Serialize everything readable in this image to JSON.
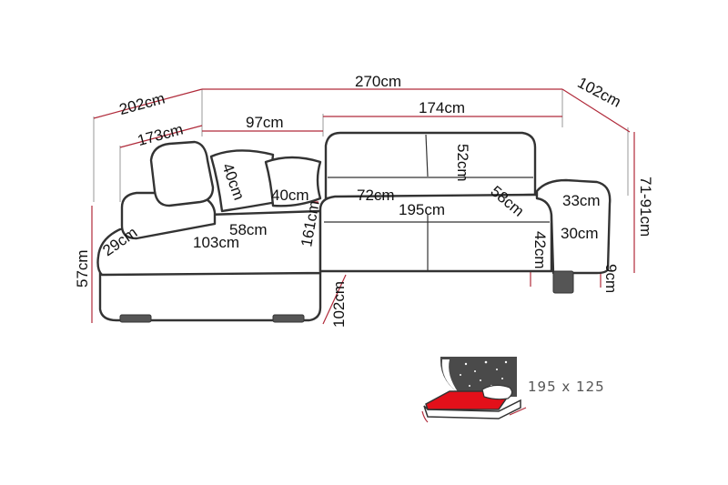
{
  "labels": {
    "total_depth_left": "202cm",
    "total_width": "270cm",
    "right_depth": "102cm",
    "left_inner_depth": "173cm",
    "back_segment": "97cm",
    "long_back": "174cm",
    "backrest_height": "52cm",
    "headrest": "40cm",
    "cushion_width": "40cm",
    "seat_depth_right": "72cm",
    "seat_length": "195cm",
    "armrest_depth": "58cm",
    "armrest_width": "33cm",
    "total_height": "71-91cm",
    "arm_height": "30cm",
    "seat_height": "42cm",
    "leg_height": "9cm",
    "chaise_depth": "58cm",
    "chaise_length": "103cm",
    "chaise_arm": "29cm",
    "chaise_side": "161cm",
    "overall_height": "57cm",
    "chaise_front": "102cm"
  },
  "bed": {
    "size_label": "195 x 125"
  }
}
